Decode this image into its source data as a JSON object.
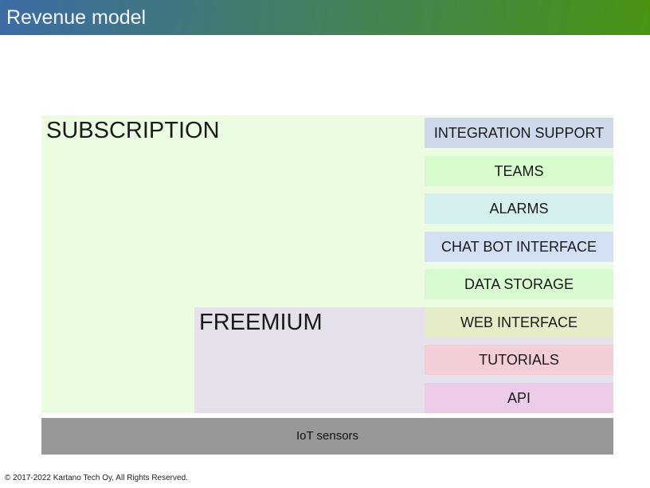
{
  "header": {
    "title": "Revenue model",
    "gradient_start": "#3d6ca6",
    "gradient_mid": "#44805a",
    "gradient_end": "#4a9414",
    "text_color": "#f4f6f9"
  },
  "diagram": {
    "tiers": [
      {
        "id": "subscription",
        "label": "SUBSCRIPTION",
        "color": "#ebfce3"
      },
      {
        "id": "freemium",
        "label": "FREEMIUM",
        "color": "#e5e0e9"
      }
    ],
    "features": [
      {
        "label": "INTEGRATION SUPPORT",
        "color": "#cdd9eb",
        "tier": "subscription"
      },
      {
        "label": "TEAMS",
        "color": "#d7fbcc",
        "tier": "subscription"
      },
      {
        "label": "ALARMS",
        "color": "#d3efee",
        "tier": "subscription"
      },
      {
        "label": "CHAT BOT INTERFACE",
        "color": "#d3e0f4",
        "tier": "subscription"
      },
      {
        "label": "DATA STORAGE",
        "color": "#d8fad0",
        "tier": "subscription"
      },
      {
        "label": "WEB INTERFACE",
        "color": "#e5edc8",
        "tier": "freemium"
      },
      {
        "label": "TUTORIALS",
        "color": "#f3ced7",
        "tier": "freemium"
      },
      {
        "label": "API",
        "color": "#eccce6",
        "tier": "freemium"
      }
    ],
    "base": {
      "label": "IoT sensors",
      "color": "#989898"
    }
  },
  "footer": {
    "copyright": "© 2017-2022 Kartano Tech Oy, All Rights Reserved."
  }
}
